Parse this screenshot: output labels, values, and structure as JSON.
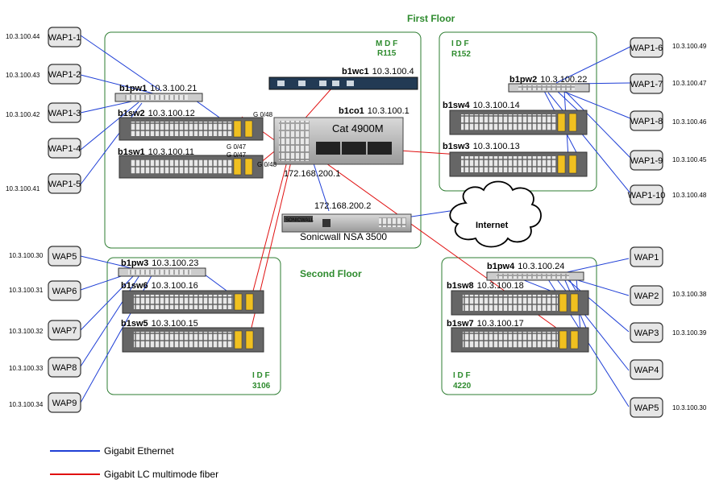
{
  "floors": {
    "first": "First Floor",
    "second": "Second Floor"
  },
  "rooms": {
    "mdf": {
      "label": "M D F",
      "room": "R115"
    },
    "idf_r152": {
      "label": "I D F",
      "room": "R152"
    },
    "idf_3106": {
      "label": "I D F",
      "room": "3106"
    },
    "idf_4220": {
      "label": "I D F",
      "room": "4220"
    }
  },
  "devices": {
    "b1wc1": {
      "name": "b1wc1",
      "ip": "10.3.100.4"
    },
    "b1co1": {
      "name": "b1co1",
      "ip": "10.3.100.1",
      "model": "Cat 4900M"
    },
    "b1pw1": {
      "name": "b1pw1",
      "ip": "10.3.100.21"
    },
    "b1sw2": {
      "name": "b1sw2",
      "ip": "10.3.100.12"
    },
    "b1sw1": {
      "name": "b1sw1",
      "ip": "10.3.100.11"
    },
    "b1pw2": {
      "name": "b1pw2",
      "ip": "10.3.100.22"
    },
    "b1sw4": {
      "name": "b1sw4",
      "ip": "10.3.100.14"
    },
    "b1sw3": {
      "name": "b1sw3",
      "ip": "10.3.100.13"
    },
    "b1pw3": {
      "name": "b1pw3",
      "ip": "10.3.100.23"
    },
    "b1sw6": {
      "name": "b1sw6",
      "ip": "10.3.100.16"
    },
    "b1sw5": {
      "name": "b1sw5",
      "ip": "10.3.100.15"
    },
    "b1pw4": {
      "name": "b1pw4",
      "ip": "10.3.100.24"
    },
    "b1sw8": {
      "name": "b1sw8",
      "ip": "10.3.100.18"
    },
    "b1sw7": {
      "name": "b1sw7",
      "ip": "10.3.100.17"
    },
    "sonicwall": {
      "name": "Sonicwall NSA 3500",
      "brand": "SONICWALL",
      "ip_inside": "172.168.200.1",
      "ip_outside": "172.168.200.2"
    }
  },
  "ports": {
    "g048a": "G 0/48",
    "g048b": "G 0/48",
    "g047a": "G 0/47",
    "g047b": "G 0/47"
  },
  "internet": "Internet",
  "waps": [
    {
      "name": "WAP1-1",
      "ip": "10.3.100.44"
    },
    {
      "name": "WAP1-2",
      "ip": "10.3.100.43"
    },
    {
      "name": "WAP1-3",
      "ip": "10.3.100.42"
    },
    {
      "name": "WAP1-4",
      "ip": ""
    },
    {
      "name": "WAP1-5",
      "ip": "10.3.100.41"
    },
    {
      "name": "WAP1-6",
      "ip": "10.3.100.49"
    },
    {
      "name": "WAP1-7",
      "ip": "10.3.100.47"
    },
    {
      "name": "WAP1-8",
      "ip": "10.3.100.46"
    },
    {
      "name": "WAP1-9",
      "ip": "10.3.100.45"
    },
    {
      "name": "WAP1-10",
      "ip": "10.3.100.48"
    },
    {
      "name": "WAP5",
      "ip": "10.3.100.30"
    },
    {
      "name": "WAP6",
      "ip": "10.3.100.31"
    },
    {
      "name": "WAP7",
      "ip": "10.3.100.32"
    },
    {
      "name": "WAP8",
      "ip": "10.3.100.33"
    },
    {
      "name": "WAP9",
      "ip": "10.3.100.34"
    },
    {
      "name": "WAP1",
      "ip": ""
    },
    {
      "name": "WAP2",
      "ip": "10.3.100.38"
    },
    {
      "name": "WAP3",
      "ip": "10.3.100.39"
    },
    {
      "name": "WAP4",
      "ip": ""
    },
    {
      "name": "WAP5",
      "ip": "10.3.100.30"
    }
  ],
  "legend": {
    "ethernet": {
      "label": "Gigabit Ethernet",
      "color": "#1f3fd6"
    },
    "fiber": {
      "label": "Gigabit LC multimode fiber",
      "color": "#e01010"
    }
  },
  "colors": {
    "room_border": "#2e7d32",
    "floor_label": "#2e8b2e"
  }
}
